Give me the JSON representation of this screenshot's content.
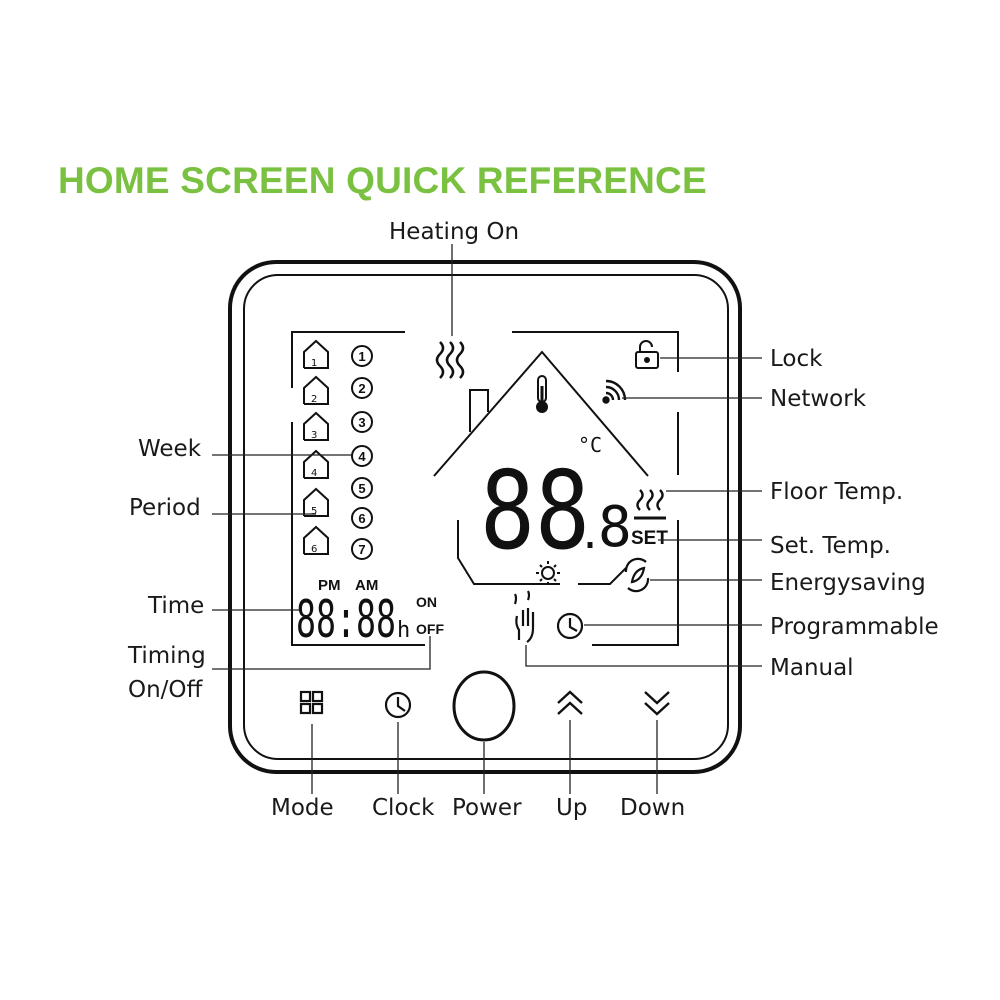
{
  "title": "HOME SCREEN QUICK REFERENCE",
  "labels": {
    "heating_on": "Heating On",
    "lock": "Lock",
    "network": "Network",
    "week": "Week",
    "period": "Period",
    "floor_temp": "Floor Temp.",
    "set_temp": "Set. Temp.",
    "energysaving": "Energysaving",
    "time": "Time",
    "programmable": "Programmable",
    "timing_line1": "Timing",
    "timing_line2": "On/Off",
    "manual": "Manual",
    "mode": "Mode",
    "clock": "Clock",
    "power": "Power",
    "up": "Up",
    "down": "Down"
  },
  "display": {
    "days": [
      "1",
      "2",
      "3",
      "4",
      "5",
      "6",
      "7"
    ],
    "temp_digits": "88",
    "temp_dot": ".",
    "temp_decimal": "8",
    "unit_celsius": "°C",
    "set": "SET",
    "pm": "PM",
    "am": "AM",
    "on": "ON",
    "off": "OFF",
    "time_digits": "88:88",
    "hour_unit": "h"
  },
  "icons": [
    "heating-waves-icon",
    "thermometer-icon",
    "lock-icon",
    "network-icon",
    "floor-heat-icon",
    "sun-icon",
    "energysaving-icon",
    "manual-hand-icon",
    "programmable-clock-icon",
    "mode-grid-icon",
    "clock-icon",
    "power-icon",
    "up-chevron-icon",
    "down-chevron-icon"
  ],
  "colors": {
    "title": "#7ac142",
    "ink": "#111111"
  }
}
